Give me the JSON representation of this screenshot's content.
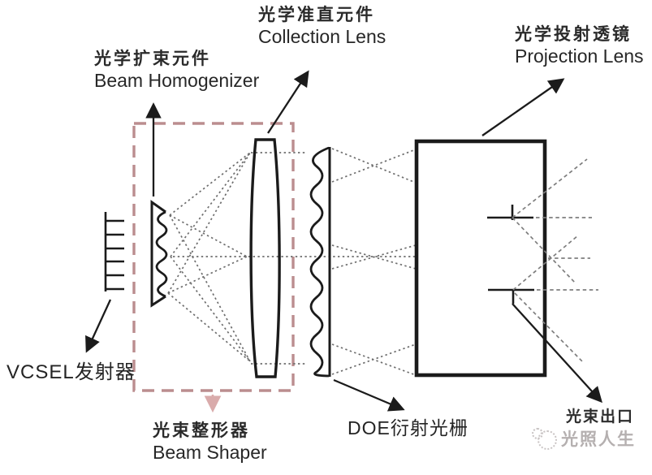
{
  "diagram": {
    "labels": {
      "beam_homogenizer": {
        "zh": "光学扩束元件",
        "en": "Beam Homogenizer"
      },
      "collection_lens": {
        "zh": "光学准直元件",
        "en": "Collection Lens"
      },
      "projection_lens": {
        "zh": "光学投射透镜",
        "en": "Projection Lens"
      },
      "vcsel": {
        "zh": "VCSEL发射器"
      },
      "beam_shaper": {
        "zh": "光束整形器",
        "en": "Beam Shaper"
      },
      "doe": {
        "zh": "DOE衍射光栅"
      },
      "beam_exit": {
        "zh": "光束出口"
      }
    },
    "watermark": {
      "text": "光照人生"
    },
    "colors": {
      "line": "#1b1b1b",
      "ray_dotted": "#6e6e6e",
      "ray_dashed": "#7e7e7e",
      "dashed_box": "#bb8d8f",
      "pink_arrow": "#d9abab",
      "watermark": "#b5b0b0",
      "background": "#ffffff"
    }
  }
}
